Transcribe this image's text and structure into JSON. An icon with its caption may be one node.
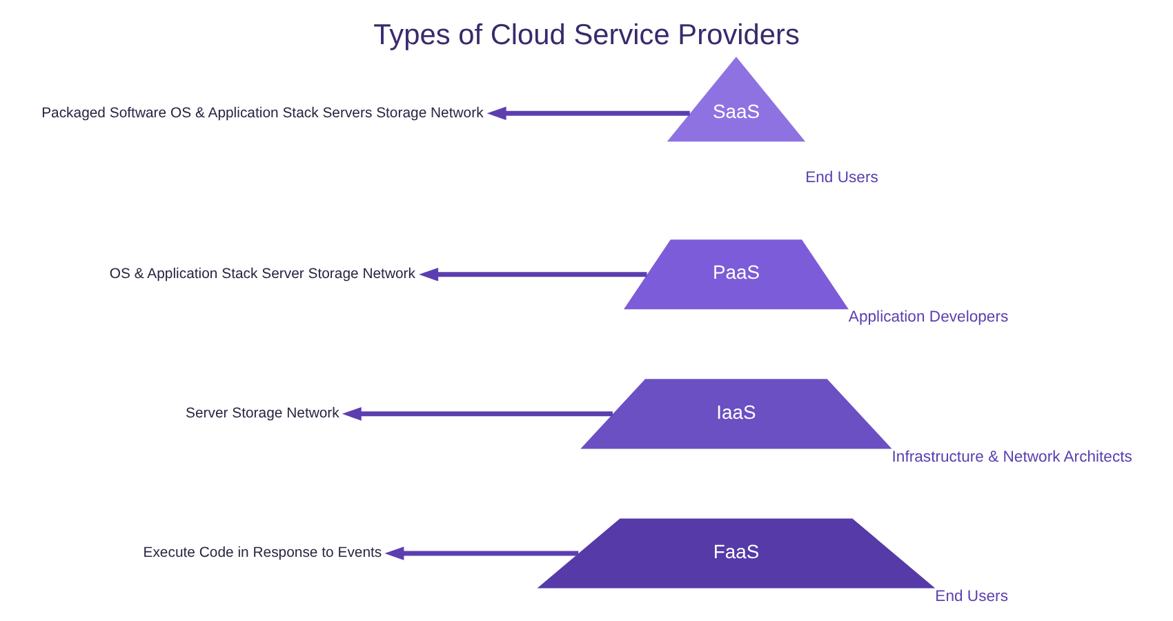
{
  "diagram": {
    "title": "Types of Cloud Service Providers",
    "nodes": [
      {
        "text": [
          "SaaS"
        ],
        "beside": [
          "End Users"
        ]
      },
      {
        "text": [
          "PaaS"
        ],
        "beside": [
          "Application Developers"
        ]
      },
      {
        "text": [
          "IaaS"
        ],
        "beside": [
          "Infrastructure & Network Architects"
        ]
      },
      {
        "text": [
          "FaaS"
        ],
        "beside": [
          "End Users"
        ]
      },
      {
        "text": [
          "Packaged Software OS & Application Stack Servers Storage Network"
        ]
      },
      {
        "text": [
          "OS & Application Stack Server Storage Network"
        ]
      },
      {
        "text": [
          "Server Storage Network"
        ]
      },
      {
        "text": [
          "Execute Code in Response to Events"
        ]
      }
    ],
    "edges": [
      {
        "from": 0,
        "to": 4,
        "arrow": "to"
      },
      {
        "from": 1,
        "to": 5,
        "arrow": "to"
      },
      {
        "from": 2,
        "to": 6,
        "arrow": "to"
      },
      {
        "from": 3,
        "to": 7,
        "arrow": "to"
      }
    ]
  }
}
